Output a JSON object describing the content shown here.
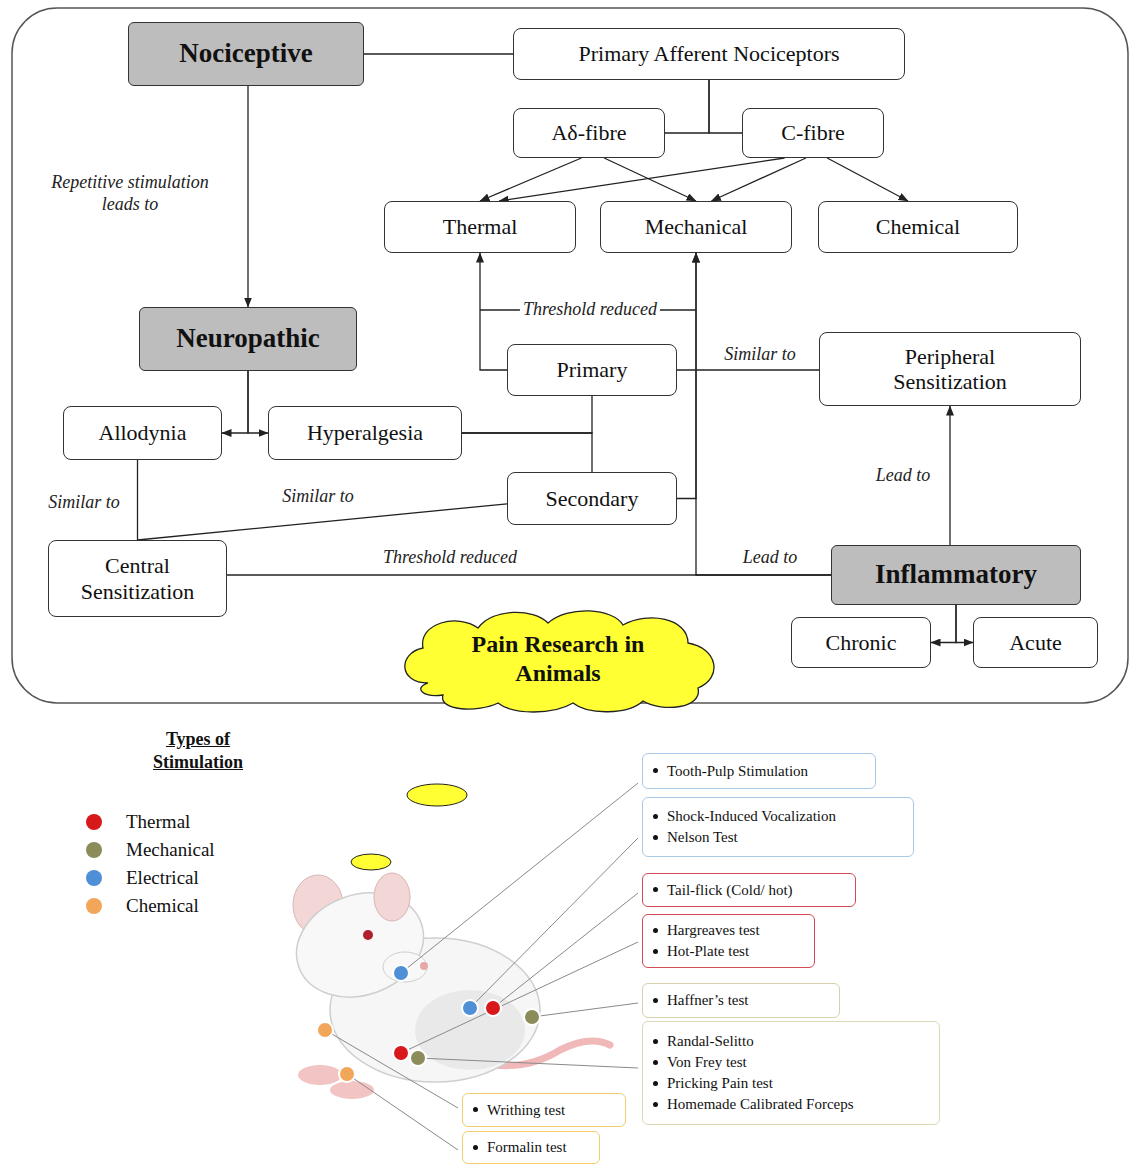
{
  "diagram": {
    "nodes": [
      {
        "text": [
          "Nociceptive"
        ]
      },
      {
        "text": [
          "Primary Afferent Nociceptors"
        ]
      },
      {
        "text": [
          "Aδ-fibre"
        ]
      },
      {
        "text": [
          "C-fibre"
        ]
      },
      {
        "text": [
          "Thermal"
        ]
      },
      {
        "text": [
          "Mechanical"
        ]
      },
      {
        "text": [
          "Chemical"
        ]
      },
      {
        "text": [
          "Neuropathic"
        ]
      },
      {
        "text": [
          "Primary"
        ]
      },
      {
        "text": [
          "Peripheral Sensitization"
        ]
      },
      {
        "text": [
          "Allodynia"
        ]
      },
      {
        "text": [
          "Hyperalgesia"
        ]
      },
      {
        "text": [
          "Secondary"
        ]
      },
      {
        "text": [
          "Central Sensitization"
        ]
      },
      {
        "text": [
          "Inflammatory"
        ]
      },
      {
        "text": [
          "Chronic"
        ]
      },
      {
        "text": [
          "Acute"
        ]
      },
      {
        "text": [
          "Pain Research in Animals"
        ]
      },
      {
        "text": [
          "Tooth-Pulp Stimulation"
        ]
      },
      {
        "text": [
          "Shock-Induced Vocalization",
          "Nelson Test"
        ]
      },
      {
        "text": [
          "Tail-flick (Cold/ hot)"
        ]
      },
      {
        "text": [
          "Hargreaves test",
          "Hot-Plate test"
        ]
      },
      {
        "text": [
          "Haffner’s test"
        ]
      },
      {
        "text": [
          "Randal-Selitto",
          "Von Frey test",
          "Pricking Pain test",
          "Homemade Calibrated Forceps"
        ]
      },
      {
        "text": [
          "Writhing test"
        ]
      },
      {
        "text": [
          "Formalin test"
        ]
      }
    ],
    "edges": [
      {
        "from": 0,
        "to": 1,
        "arrow": "none"
      },
      {
        "from": 1,
        "to": 2,
        "arrow": "none"
      },
      {
        "from": 1,
        "to": 3,
        "arrow": "none"
      },
      {
        "from": 2,
        "to": 4,
        "arrow": "to"
      },
      {
        "from": 2,
        "to": 5,
        "arrow": "to"
      },
      {
        "from": 3,
        "to": 4,
        "arrow": "to"
      },
      {
        "from": 3,
        "to": 5,
        "arrow": "to"
      },
      {
        "from": 3,
        "to": 6,
        "arrow": "to"
      },
      {
        "from": 0,
        "to": 7,
        "label": "Repetitive stimulation leads to",
        "arrow": "to"
      },
      {
        "from": 7,
        "to": 10,
        "arrow": "to"
      },
      {
        "from": 7,
        "to": 11,
        "arrow": "to"
      },
      {
        "from": 8,
        "to": 4,
        "label": "Threshold reduced",
        "arrow": "to"
      },
      {
        "from": 8,
        "to": 9,
        "label": "Similar to",
        "arrow": "none"
      },
      {
        "from": 11,
        "to": 8,
        "arrow": "none"
      },
      {
        "from": 11,
        "to": 12,
        "arrow": "none"
      },
      {
        "from": 12,
        "to": 5,
        "arrow": "to"
      },
      {
        "from": 10,
        "to": 13,
        "label": "Similar to",
        "arrow": "none"
      },
      {
        "from": 12,
        "to": 13,
        "label": "Similar to",
        "arrow": "none"
      },
      {
        "from": 14,
        "to": 13,
        "label": "Threshold reduced",
        "arrow": "none"
      },
      {
        "from": 14,
        "to": 5,
        "label": "Lead to",
        "arrow": "to"
      },
      {
        "from": 14,
        "to": 9,
        "label": "Lead to",
        "arrow": "to"
      },
      {
        "from": 14,
        "to": 15,
        "arrow": "to"
      },
      {
        "from": 14,
        "to": 16,
        "arrow": "to"
      }
    ],
    "labels": [
      "Types of Stimulation"
    ],
    "legend": [
      {
        "text": "Thermal",
        "color": "#d7191c"
      },
      {
        "text": "Mechanical",
        "color": "#8c8c5a"
      },
      {
        "text": "Electrical",
        "color": "#4f8fd6"
      },
      {
        "text": "Chemical",
        "color": "#f2a65a"
      }
    ]
  }
}
